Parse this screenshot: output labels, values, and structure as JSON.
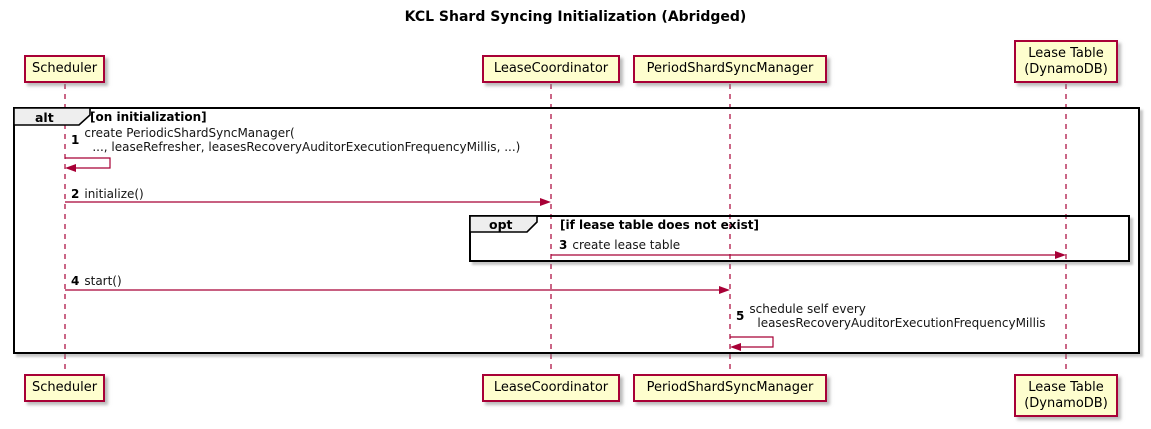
{
  "title": "KCL Shard Syncing Initialization (Abridged)",
  "participants": [
    {
      "name": "Scheduler",
      "line2": ""
    },
    {
      "name": "LeaseCoordinator",
      "line2": ""
    },
    {
      "name": "PeriodShardSyncManager",
      "line2": ""
    },
    {
      "name": "Lease Table",
      "line2": "(DynamoDB)"
    }
  ],
  "frames": [
    {
      "keyword": "alt",
      "condition": "[on initialization]"
    },
    {
      "keyword": "opt",
      "condition": "[if lease table does not exist]"
    }
  ],
  "messages": [
    {
      "num": "1",
      "lines": [
        "create PeriodicShardSyncManager(",
        "..., leaseRefresher, leasesRecoveryAuditorExecutionFrequencyMillis, ...)"
      ]
    },
    {
      "num": "2",
      "text": "initialize()"
    },
    {
      "num": "3",
      "text": "create lease table"
    },
    {
      "num": "4",
      "text": "start()"
    },
    {
      "num": "5",
      "lines": [
        "schedule self every",
        "leasesRecoveryAuditorExecutionFrequencyMillis"
      ]
    }
  ],
  "colors": {
    "participant_fill": "#FEFECE",
    "participant_border": "#A80036",
    "arrow": "#A80036",
    "frame_border": "#000000",
    "frame_label_fill": "#EEEEEE"
  }
}
